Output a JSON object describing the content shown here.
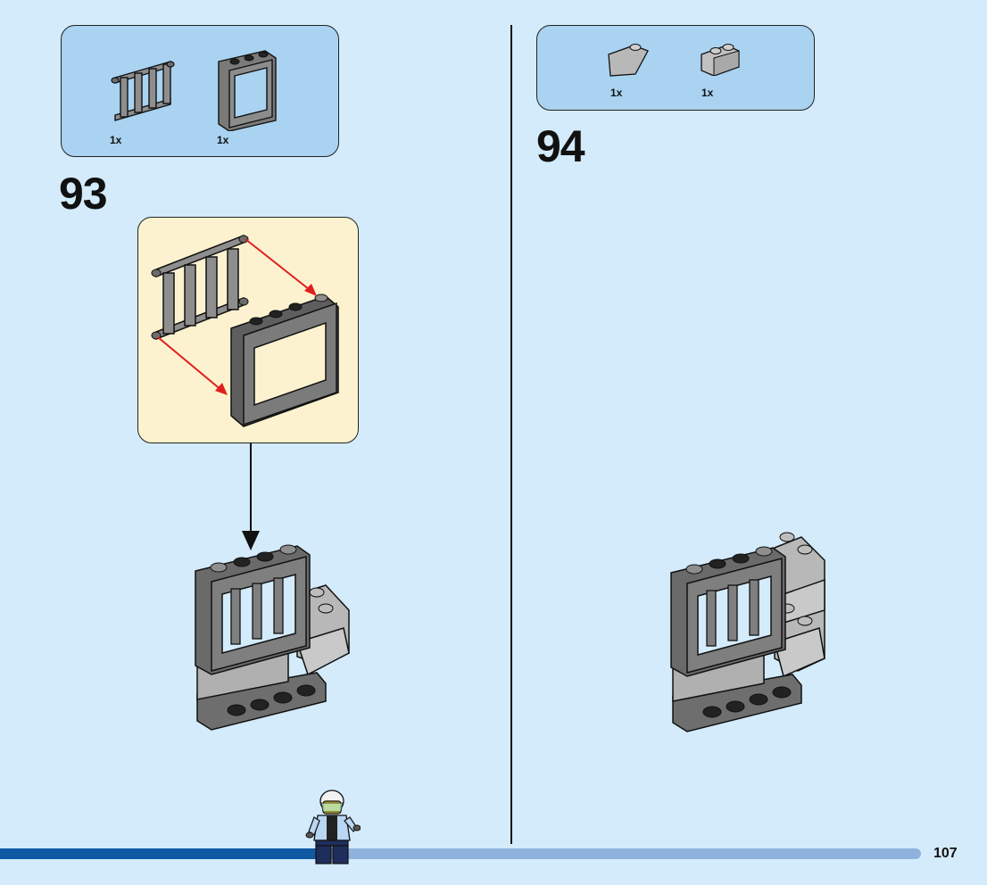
{
  "step93": {
    "number": "93",
    "parts": [
      {
        "name": "bar-fence",
        "qty": "1x"
      },
      {
        "name": "window-frame",
        "qty": "1x"
      }
    ]
  },
  "step94": {
    "number": "94",
    "parts": [
      {
        "name": "slope-brick",
        "qty": "1x"
      },
      {
        "name": "masonry-brick",
        "qty": "1x"
      }
    ]
  },
  "page": {
    "number": "107"
  },
  "colors": {
    "background": "#d3ebfa",
    "parts_box": "#a9d3f1",
    "callout": "#fdf2cf",
    "arrow": "#e01e1e",
    "bar_dark": "#0f5aa3",
    "bar_light": "#8fb2dc"
  }
}
